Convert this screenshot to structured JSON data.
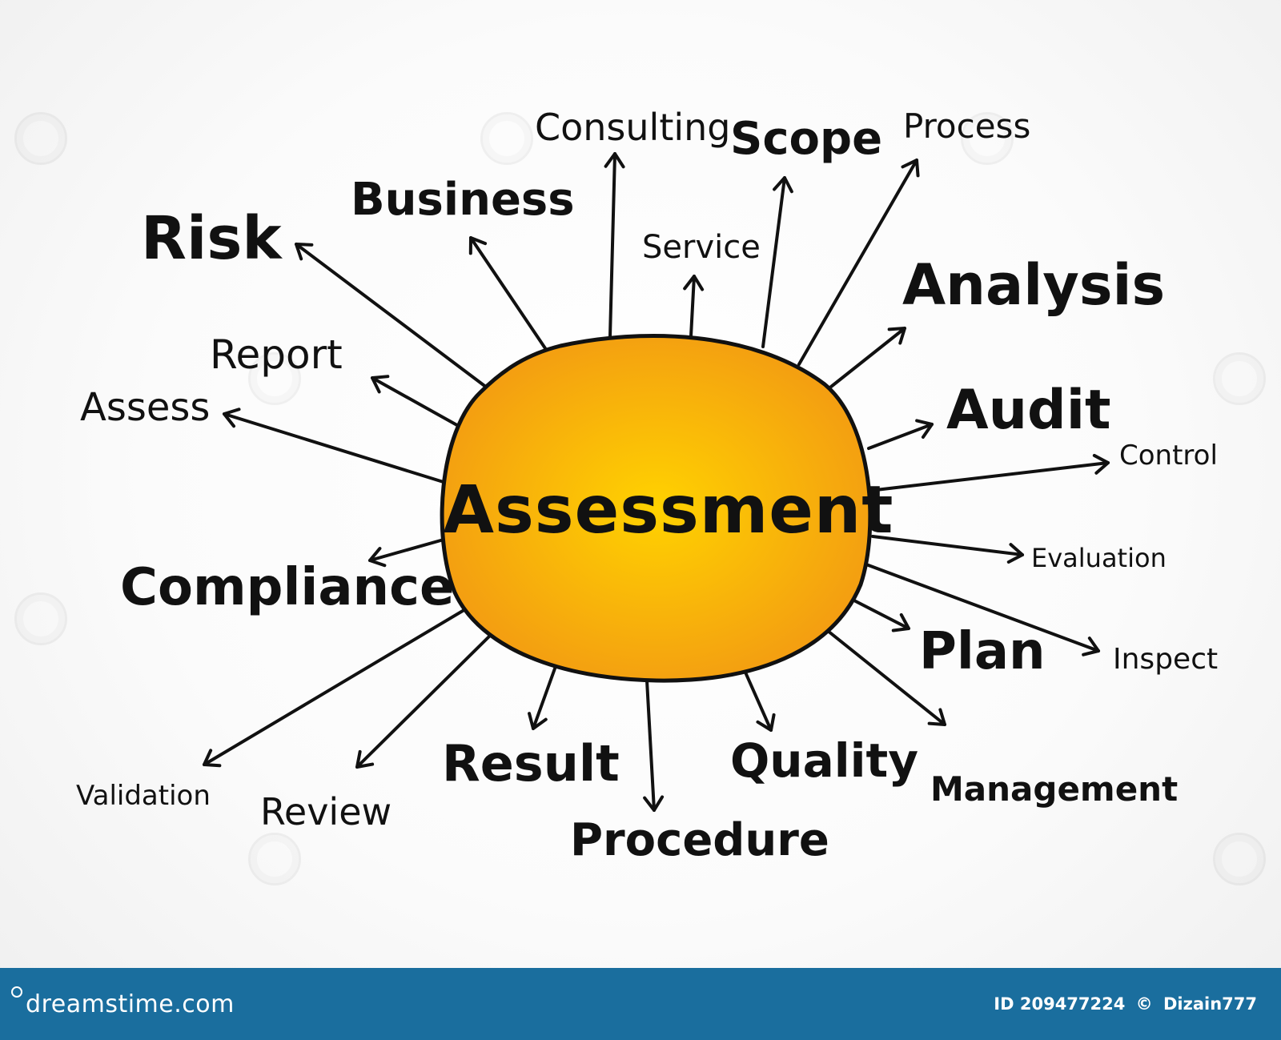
{
  "center_label": "Assessment",
  "colors": {
    "hub_inner": "#FFD200",
    "hub_outer": "#F39C12",
    "ink": "#111111",
    "footer_bg": "#1A6E9E"
  },
  "terms": {
    "risk": "Risk",
    "business": "Business",
    "consulting": "Consulting",
    "scope": "Scope",
    "process": "Process",
    "service": "Service",
    "analysis": "Analysis",
    "audit": "Audit",
    "control": "Control",
    "evaluation": "Evaluation",
    "inspect": "Inspect",
    "plan": "Plan",
    "management": "Management",
    "quality": "Quality",
    "procedure": "Procedure",
    "result": "Result",
    "review": "Review",
    "validation": "Validation",
    "compliance": "Compliance",
    "assess": "Assess",
    "report": "Report"
  },
  "footer": {
    "brand": "dreamstime.com",
    "id_label": "ID 209477224",
    "copyright_symbol": "©",
    "author": "Dizain777"
  }
}
